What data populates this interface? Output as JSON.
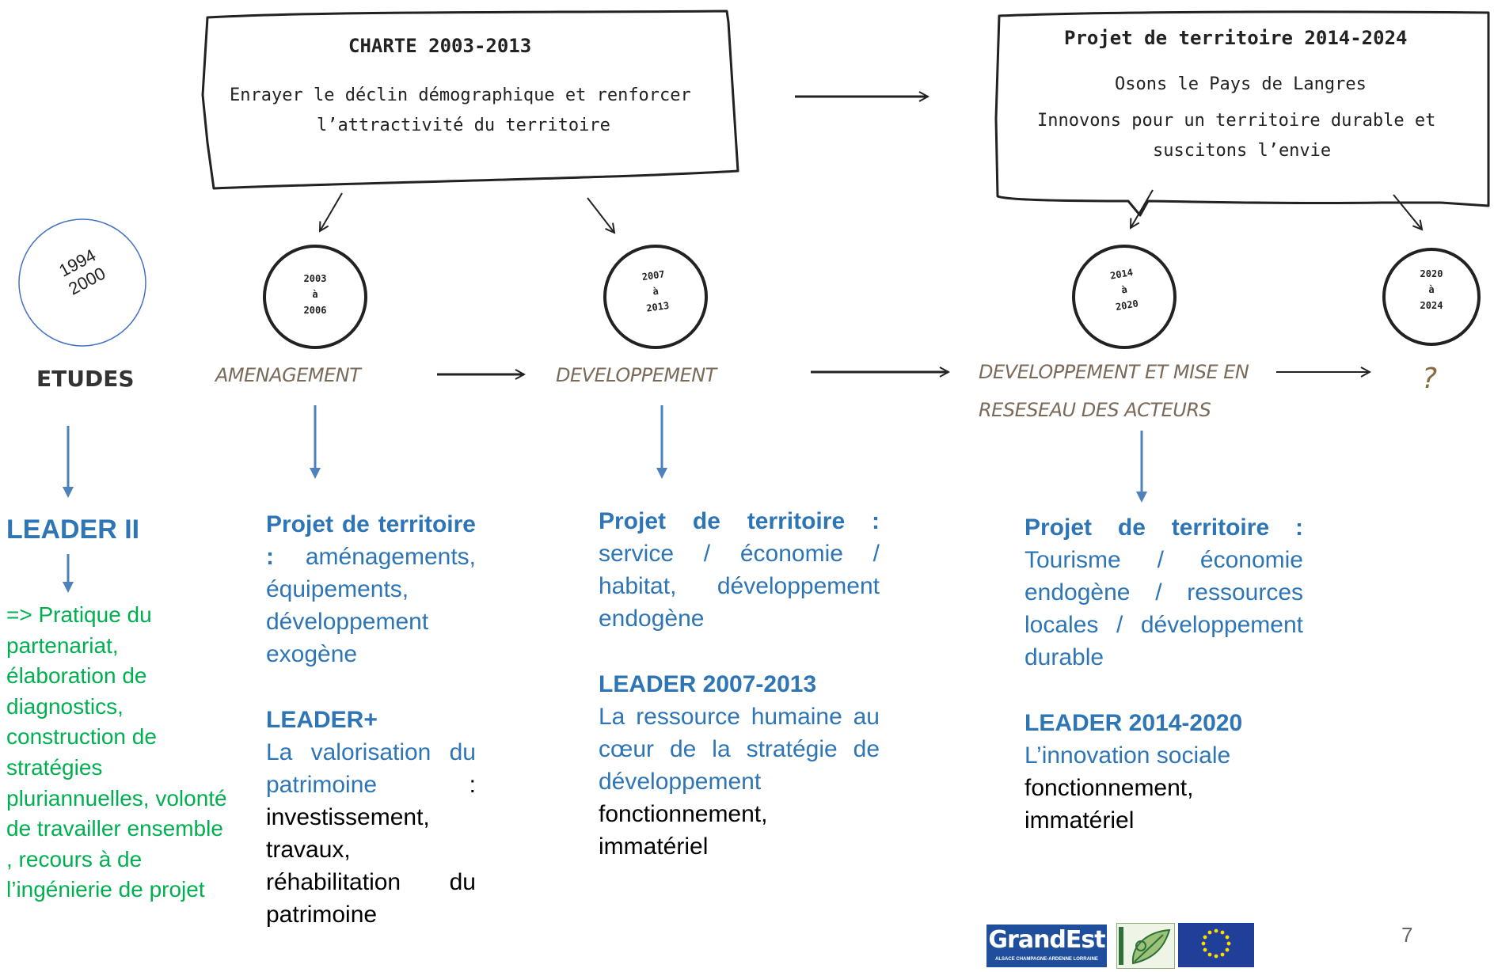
{
  "box_left": {
    "title": "CHARTE 2003-2013",
    "line1": "Enrayer le déclin démographique et renforcer",
    "line2": "l’attractivité du territoire"
  },
  "box_right": {
    "title": "Projet de territoire 2014-2024",
    "line1": "Osons le Pays de Langres",
    "line2": "Innovons pour un territoire durable et",
    "line3": "suscitons l’envie"
  },
  "circles": [
    {
      "top": "1994",
      "bottom": "2000"
    },
    {
      "top": "2003",
      "mid": "à",
      "bottom": "2006"
    },
    {
      "top": "2007",
      "mid": "à",
      "bottom": "2013"
    },
    {
      "top": "2014",
      "mid": "à",
      "bottom": "2020"
    },
    {
      "top": "2020",
      "mid": "à",
      "bottom": "2024"
    }
  ],
  "phases": {
    "etudes": "ETUDES",
    "amenagement": "AMENAGEMENT",
    "developpement": "DEVELOPPEMENT",
    "reseau_line1": "DEVELOPPEMENT ET MISE EN",
    "reseau_line2": "RESESEAU DES ACTEURS",
    "question": "?"
  },
  "col1": {
    "title": "LEADER II",
    "body": "=> Pratique du partenariat, élaboration de diagnostics, construction de stratégies pluriannuelles, volonté de travailler ensemble , recours à de l’ingénierie de projet"
  },
  "col2": {
    "heading": "Projet de territoire :",
    "body": "aménagements, équipements, développement exogène",
    "leader_title": "LEADER+",
    "leader_blue": "La valorisation du patrimoine",
    "leader_black": ": investissement, travaux, réhabilitation du patrimoine"
  },
  "col3": {
    "heading": "Projet de territoire :",
    "body": "service / économie / habitat, développement endogène",
    "leader_title": "LEADER 2007-2013",
    "leader_blue": "La ressource humaine au cœur de la stratégie de développement",
    "leader_black": "fonctionnement, immatériel"
  },
  "col4": {
    "heading": "Projet de territoire :",
    "body": "Tourisme / économie endogène / ressources locales / développement durable",
    "leader_title": "LEADER 2014-2020",
    "leader_blue": "L’innovation sociale",
    "leader_black": "fonctionnement, immatériel"
  },
  "footer": {
    "page_number": "7",
    "logo_grandest": "GrandEst",
    "logo_grandest_sub": "ALSACE CHAMPAGNE-ARDENNE LORRAINE"
  },
  "colors": {
    "blue": "#2e75b6",
    "green": "#00b050",
    "arrow_blue": "#4f81bd",
    "circle_blue": "#4472c4"
  }
}
